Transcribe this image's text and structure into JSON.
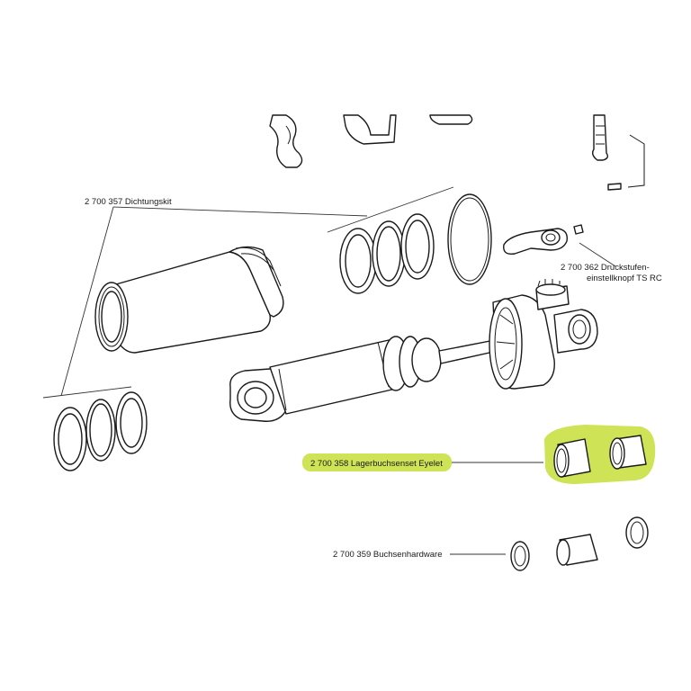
{
  "diagram": {
    "labels": {
      "dichtungskit": "2 700 357 Dichtungskit",
      "druckstufen_line1": "2 700 362 Druckstufen-",
      "druckstufen_line2": "einstellknopf TS RC",
      "lagerbuchsenset": "2 700 358 Lagerbuchsenset Eyelet",
      "buchsenhardware": "2 700 359 Buchsenhardware"
    },
    "colors": {
      "highlight": "#cfe356",
      "line": "#1a1a1a",
      "background": "#ffffff"
    },
    "highlighted_part": "lagerbuchsenset"
  }
}
